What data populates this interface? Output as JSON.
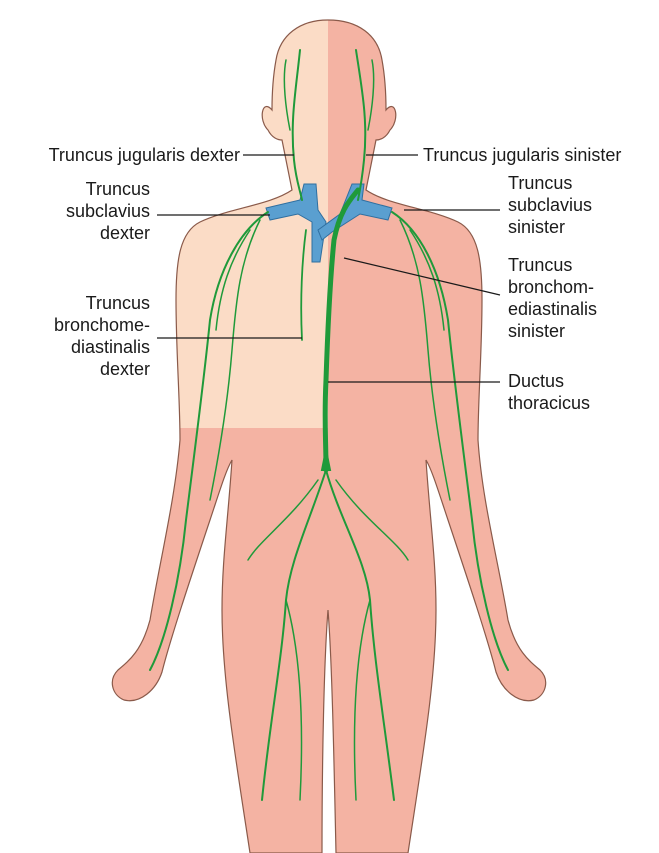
{
  "figure": {
    "subject": "lymphatic trunks and thoracic duct",
    "colors": {
      "skin_light": "#fbdcc6",
      "skin_dark": "#f4b3a3",
      "lymph_vessel": "#1f9a3a",
      "vein": "#5a9fd0",
      "outline": "#7a4a3c",
      "leader_line": "#1a1a1a"
    },
    "labels": {
      "jugularis_dexter": "Truncus jugularis dexter",
      "jugularis_sinister": "Truncus jugularis sinister",
      "subclavius_dexter": "Truncus\nsubclavius\ndexter",
      "subclavius_sinister": "Truncus\nsubclavius\nsinister",
      "bronchomediastinalis_dexter": "Truncus\nbronchome-\ndiastinalis\ndexter",
      "bronchomediastinalis_sinister": "Truncus\nbronchom-\nediastinalis\nsinister",
      "ductus_thoracicus": "Ductus\nthoracicus"
    }
  }
}
